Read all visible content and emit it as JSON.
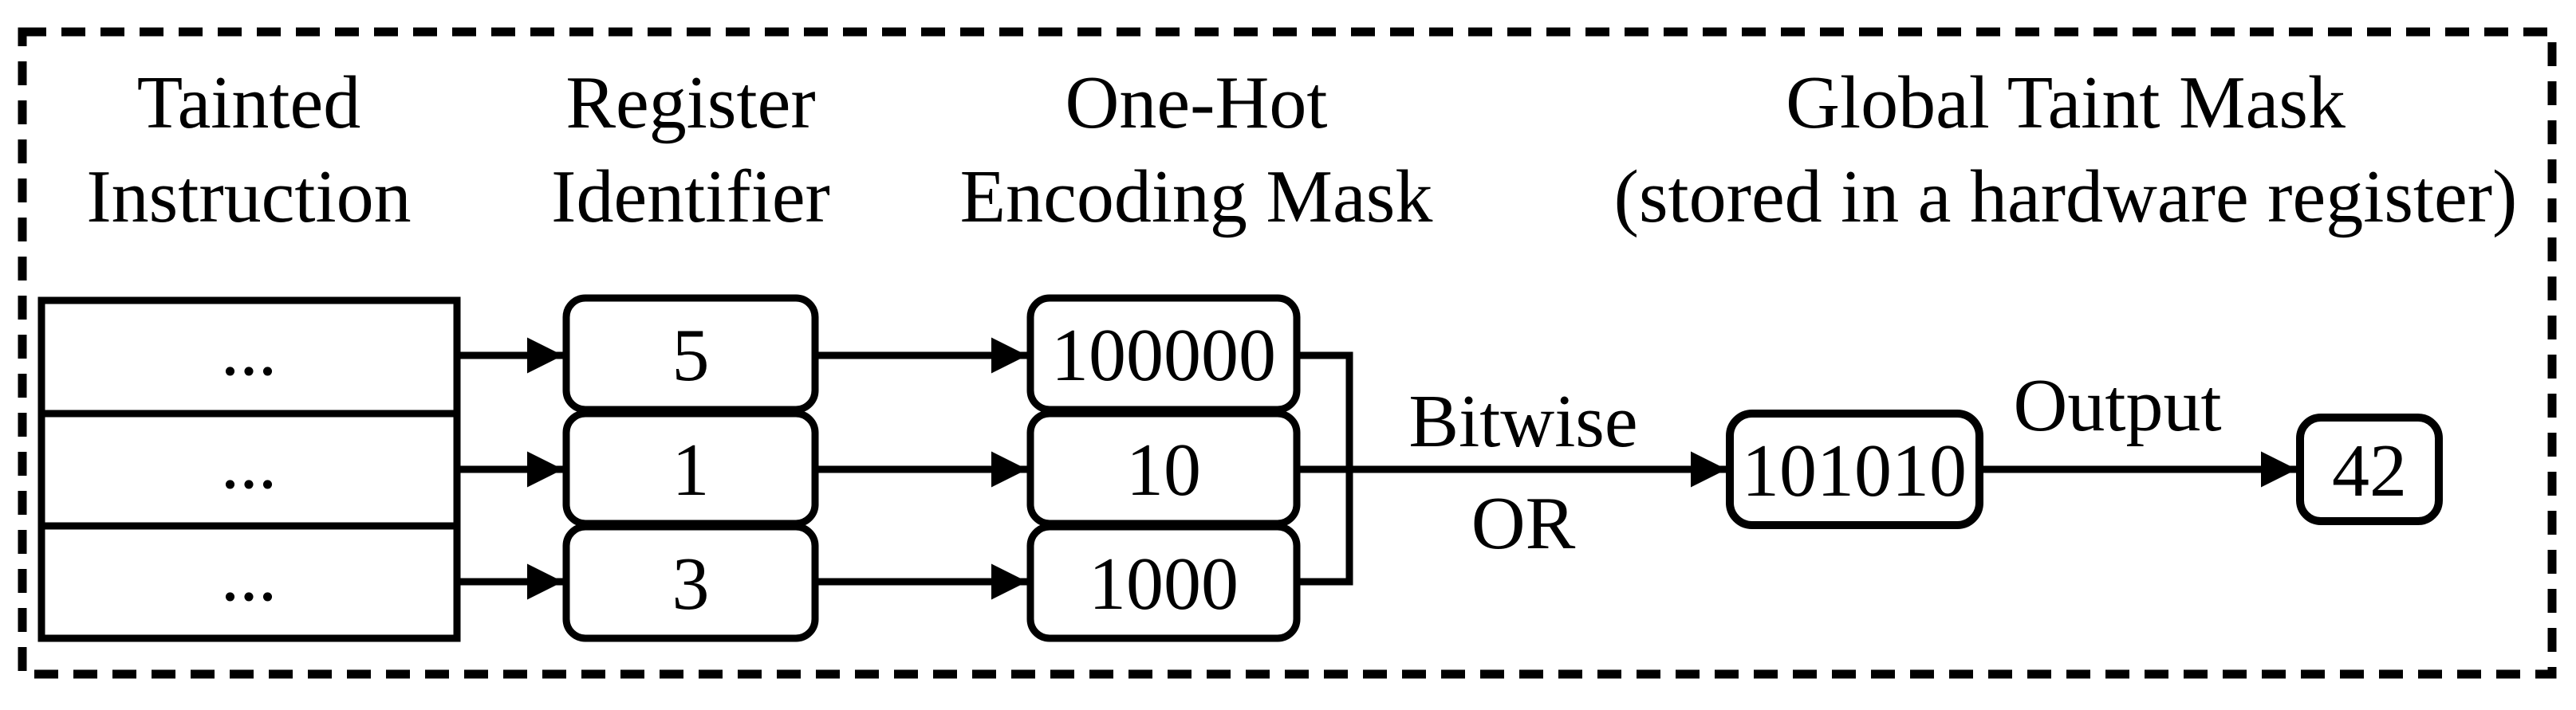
{
  "diagram": {
    "headers": {
      "tainted_line1": "Tainted",
      "tainted_line2": "Instruction",
      "register_line1": "Register",
      "register_line2": "Identifier",
      "onehot_line1": "One-Hot",
      "onehot_line2": "Encoding Mask",
      "global_line1": "Global Taint Mask",
      "global_line2": "(stored in a hardware register)"
    },
    "instruction_rows": [
      "...",
      "...",
      "..."
    ],
    "register_ids": [
      "5",
      "1",
      "3"
    ],
    "onehot_masks": [
      "100000",
      "10",
      "1000"
    ],
    "or_label_line1": "Bitwise",
    "or_label_line2": "OR",
    "global_mask_value": "101010",
    "output_label": "Output",
    "output_value": "42",
    "colors": {
      "ink": "#000000",
      "background": "#ffffff"
    }
  }
}
